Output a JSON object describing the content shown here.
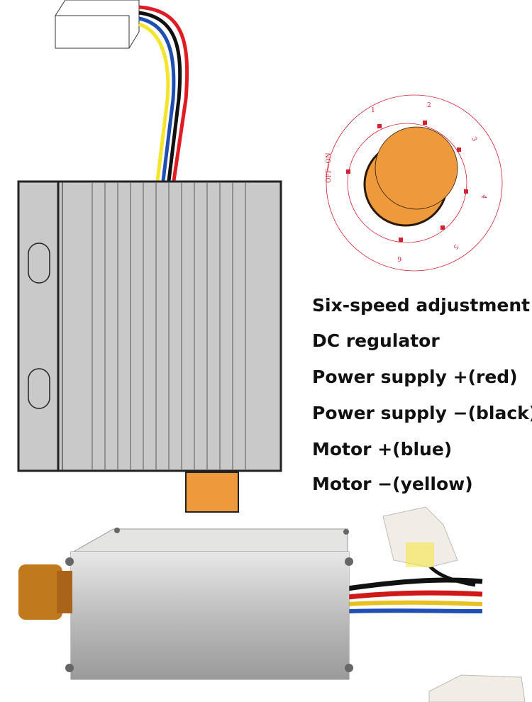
{
  "dial": {
    "labels": [
      "OFF→ON",
      "1",
      "2",
      "3",
      "4",
      "5",
      "6"
    ]
  },
  "features": [
    "Six-speed adjustment",
    "DC regulator",
    "Power supply +(red)",
    "Power supply −(black)",
    "Motor +(blue)",
    "Motor −(yellow)"
  ],
  "colors": {
    "knob": "#ee9a3c",
    "dial": "#d42030",
    "wire_red": "#e11b22",
    "wire_yellow": "#f5e52a",
    "wire_blue": "#1f4fb5",
    "body": "#c9c9c9"
  }
}
